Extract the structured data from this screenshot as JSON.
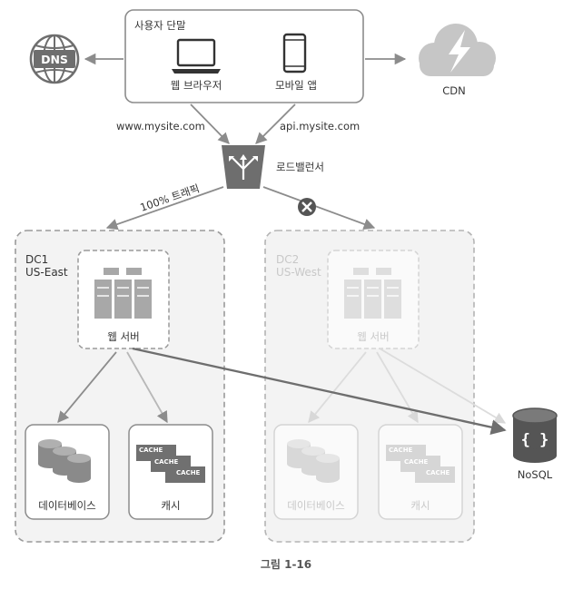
{
  "client_box": {
    "title": "사용자 단말"
  },
  "clients": {
    "web_browser": "웹 브라우저",
    "mobile_app": "모바일 앱"
  },
  "dns": {
    "label": "DNS"
  },
  "cdn": {
    "label": "CDN"
  },
  "urls": {
    "web": "www.mysite.com",
    "api": "api.mysite.com"
  },
  "load_balancer": {
    "label": "로드밸런서"
  },
  "traffic": {
    "label": "100% 트래픽"
  },
  "dc1": {
    "name": "DC1",
    "region": "US-East",
    "web_server": "웹 서버",
    "database": "데이터베이스",
    "cache": "캐시",
    "cache_tag": "CACHE"
  },
  "dc2": {
    "name": "DC2",
    "region": "US-West",
    "web_server": "웹 서버",
    "database": "데이터베이스",
    "cache": "캐시",
    "cache_tag": "CACHE"
  },
  "nosql": {
    "label": "NoSQL",
    "glyph": "{ }"
  },
  "caption": "그림 1-16",
  "colors": {
    "stroke": "#8c8c8c",
    "dark_gray": "#6e6e6e",
    "faded": "#d4d4d4",
    "dc_fill": "#f3f3f3",
    "cdn_cloud": "#c6c6c6"
  }
}
